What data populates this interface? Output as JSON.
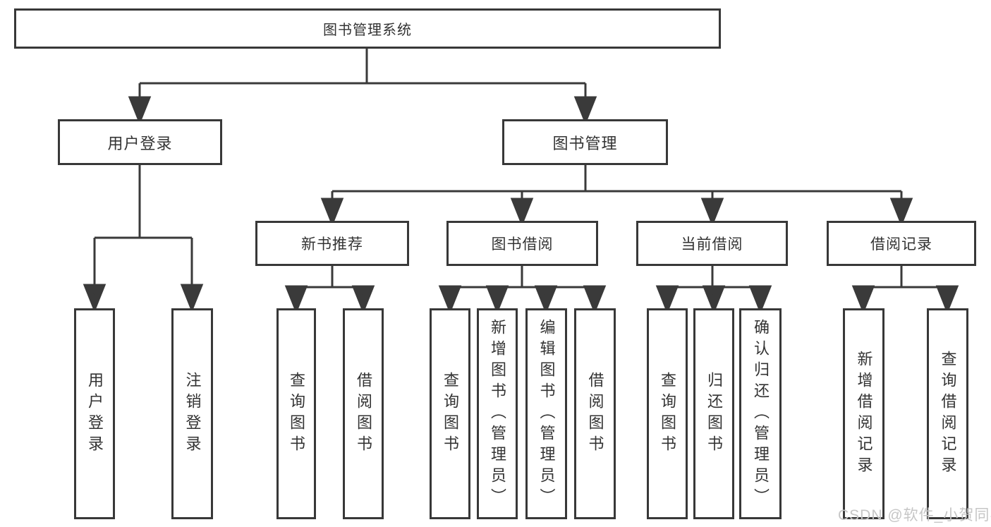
{
  "diagram": {
    "title_node": {
      "label": "图书管理系统"
    },
    "level2": [
      {
        "id": "user-login",
        "label": "用户登录"
      },
      {
        "id": "book-management",
        "label": "图书管理"
      }
    ],
    "level3": [
      {
        "id": "new-book-recommendation",
        "label": "新书推荐",
        "parent": "book-management"
      },
      {
        "id": "book-borrowing",
        "label": "图书借阅",
        "parent": "book-management"
      },
      {
        "id": "current-borrowing",
        "label": "当前借阅",
        "parent": "book-management"
      },
      {
        "id": "borrowing-records",
        "label": "借阅记录",
        "parent": "book-management"
      }
    ],
    "leaves": [
      {
        "label": "用户登录",
        "parent": "user-login"
      },
      {
        "label": "注销登录",
        "parent": "user-login"
      },
      {
        "label": "查询图书",
        "parent": "new-book-recommendation"
      },
      {
        "label": "借阅图书",
        "parent": "new-book-recommendation"
      },
      {
        "label": "查询图书",
        "parent": "book-borrowing"
      },
      {
        "label": "新增图书（管理员）",
        "parent": "book-borrowing"
      },
      {
        "label": "编辑图书（管理员）",
        "parent": "book-borrowing"
      },
      {
        "label": "借阅图书",
        "parent": "book-borrowing"
      },
      {
        "label": "查询图书",
        "parent": "current-borrowing"
      },
      {
        "label": "归还图书",
        "parent": "current-borrowing"
      },
      {
        "label": "确认归还（管理员）",
        "parent": "current-borrowing"
      },
      {
        "label": "新增借阅记录",
        "parent": "borrowing-records"
      },
      {
        "label": "查询借阅记录",
        "parent": "borrowing-records"
      }
    ]
  },
  "watermark": {
    "text": "CSDN @软件_小贺同学",
    "color": "#c6c6c6"
  },
  "colors": {
    "background": "#ffffff",
    "box_border": "#383838",
    "connector_line": "#3a3a3a",
    "text": "#333333"
  }
}
